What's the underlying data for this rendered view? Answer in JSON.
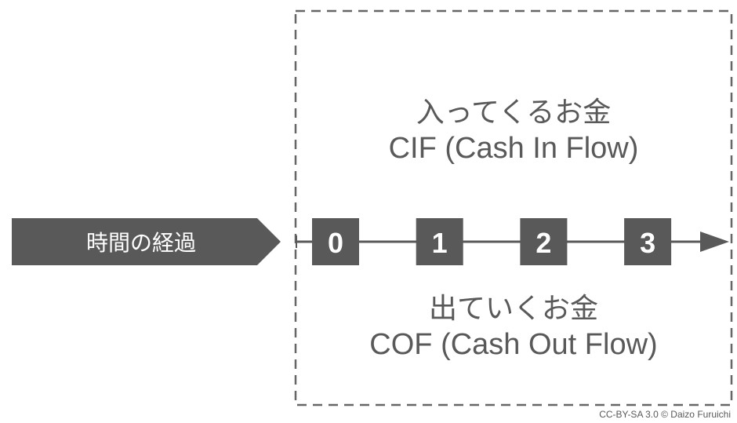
{
  "time_arrow_label": "時間の経過",
  "periods": [
    "0",
    "1",
    "2",
    "3"
  ],
  "inflow": {
    "jp": "入ってくるお金",
    "en": "CIF (Cash In Flow)"
  },
  "outflow": {
    "jp": "出ていくお金",
    "en": "COF (Cash Out Flow)"
  },
  "credit": "CC-BY-SA 3.0 © Daizo Furuichi",
  "colors": {
    "dark": "#595959",
    "dash": "#666666"
  }
}
